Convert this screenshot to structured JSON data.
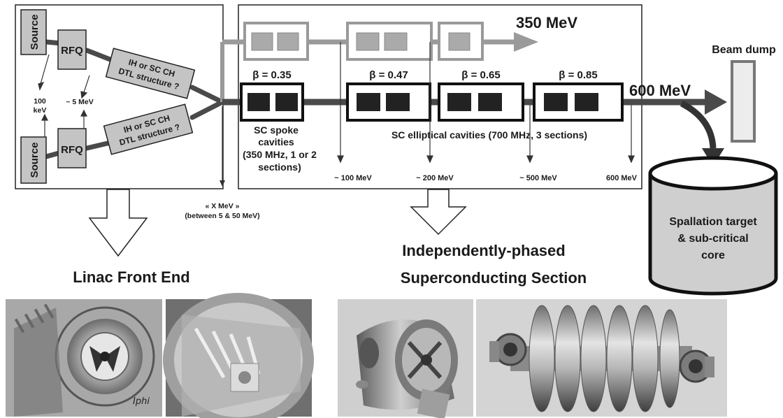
{
  "colors": {
    "dark_line": "#4a4a4a",
    "light_line": "#9a9a9a",
    "box_fill": "#c4c4c4",
    "target_fill": "#cfcfcf",
    "frame": "#222222",
    "panel_bg": "#ffffff"
  },
  "front_end": {
    "source_top": "Source",
    "source_bottom": "Source",
    "rfq_top": "RFQ",
    "rfq_bottom": "RFQ",
    "dtl_top_line1": "IH or SC CH",
    "dtl_top_line2": "DTL structure ?",
    "dtl_bottom_line1": "IH or SC CH",
    "dtl_bottom_line2": "DTL structure ?",
    "energy_100kev_line1": "100",
    "energy_100kev_line2": "keV",
    "energy_5mev": "~ 5 MeV",
    "xmev_line1": "« X MeV »",
    "xmev_line2": "(between 5 & 50 MeV)"
  },
  "sc_section": {
    "energy_350": "350 MeV",
    "energy_600_main": "600 MeV",
    "beta_035": "β = 0.35",
    "beta_047": "β = 0.47",
    "beta_065": "β = 0.65",
    "beta_085": "β = 0.85",
    "spoke_line1": "SC spoke",
    "spoke_line2": "cavities",
    "spoke_line3": "(350 MHz, 1 or 2",
    "spoke_line4": "sections)",
    "elliptical": "SC elliptical cavities (700 MHz, 3 sections)",
    "energy_100": "~ 100 MeV",
    "energy_200": "~ 200 MeV",
    "energy_500": "~ 500 MeV",
    "energy_600": "600 MeV"
  },
  "beam_dump": "Beam dump",
  "target_line1": "Spallation target",
  "target_line2": "& sub-critical",
  "target_line3": "core",
  "section_titles": {
    "front_end": "Linac Front End",
    "superconducting_line1": "Independently-phased",
    "superconducting_line2": "Superconducting Section"
  },
  "photo_labels": {
    "logo": "Iphi"
  }
}
